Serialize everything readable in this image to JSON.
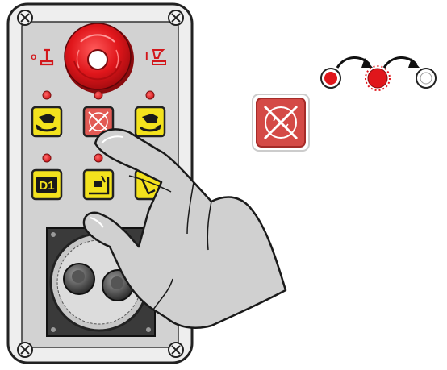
{
  "diagram": {
    "panel": {
      "emergency_stop": {
        "icon": "emergency-stop-mushroom-button",
        "color": "#e0161b"
      },
      "left_symbol": {
        "icon": "gripper-off-icon",
        "text": "O"
      },
      "right_symbol": {
        "icon": "gripper-on-icon",
        "text": "I"
      },
      "buttons": [
        {
          "id": "rotate-left",
          "icon": "rotate-ccw-icon",
          "indicator": "off",
          "color": "#f3e21d"
        },
        {
          "id": "disable-motion",
          "icon": "crossed-arrows-icon",
          "indicator": "on",
          "color": "#e25a54"
        },
        {
          "id": "rotate-right",
          "icon": "rotate-cw-icon",
          "indicator": "off",
          "color": "#f3e21d"
        },
        {
          "id": "d1",
          "label": "D1",
          "indicator": "on",
          "color": "#f3e21d"
        },
        {
          "id": "deposit",
          "icon": "deposit-icon",
          "indicator": "on",
          "color": "#f3e21d"
        },
        {
          "id": "tilt",
          "icon": "tilt-icon",
          "indicator": "on",
          "color": "#f3e21d"
        }
      ],
      "joystick": {
        "icon": "joystick-icon"
      }
    },
    "callout": {
      "icon": "crossed-arrows-icon",
      "color": "#d44a46"
    },
    "led_sequence": [
      {
        "state": "on-steady",
        "color": "#e0161b"
      },
      {
        "state": "blinking",
        "color": "#e0161b"
      },
      {
        "state": "off",
        "color": "#ffffff"
      }
    ],
    "hand": {
      "icon": "pointing-hand-icon"
    }
  }
}
